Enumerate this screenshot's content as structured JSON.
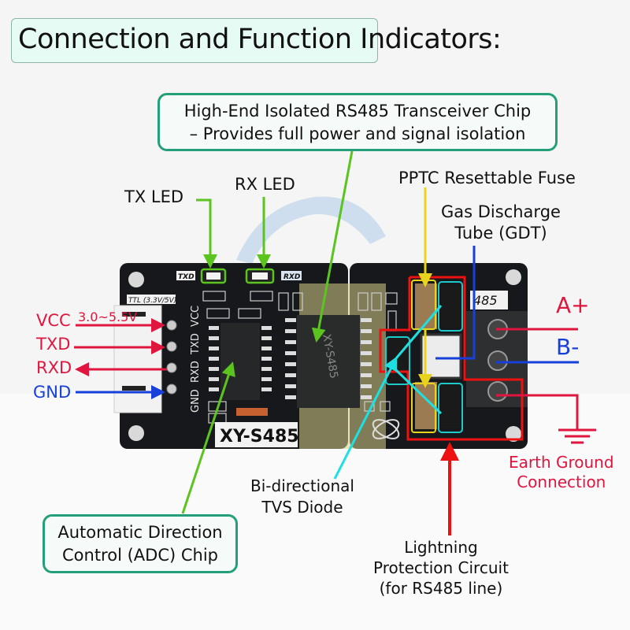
{
  "title": "Connection and Function Indicators:",
  "callouts": {
    "transceiver": {
      "line1": "High-End Isolated RS485 Transceiver Chip",
      "line2": "– Provides full power and signal isolation"
    },
    "adc": {
      "line1": "Automatic Direction",
      "line2": "Control (ADC) Chip"
    }
  },
  "labels": {
    "tx_led": "TX LED",
    "rx_led": "RX LED",
    "pptc": "PPTC Resettable Fuse",
    "gdt_line1": "Gas Discharge",
    "gdt_line2": "Tube (GDT)",
    "tvs_line1": "Bi-directional",
    "tvs_line2": "TVS Diode",
    "lightning_line1": "Lightning",
    "lightning_line2": "Protection Circuit",
    "lightning_line3": "(for RS485 line)",
    "earth_line1": "Earth Ground",
    "earth_line2": "Connection"
  },
  "pins_left": [
    {
      "name": "VCC",
      "note": "3.0~5.5V",
      "direction": "in",
      "color": "#e0163f"
    },
    {
      "name": "TXD",
      "note": "",
      "direction": "in",
      "color": "#e0163f"
    },
    {
      "name": "RXD",
      "note": "",
      "direction": "out",
      "color": "#e0163f"
    },
    {
      "name": "GND",
      "note": "",
      "direction": "in",
      "color": "#1640d9"
    }
  ],
  "pins_right": [
    {
      "name": "A+",
      "color": "#e0163f"
    },
    {
      "name": "B-",
      "color": "#1640d9"
    }
  ],
  "board": {
    "model": "XY-S485",
    "chip_marking": "XY-S485",
    "ttl_label": "TTL (3.3V/5V)",
    "header_pins": [
      "GND",
      "RXD",
      "TXD",
      "VCC"
    ],
    "txd_silk": "TXD",
    "rxd_silk": "RXD",
    "rs485_silk": "485"
  },
  "colors": {
    "accent_green": "#23a07a",
    "arrow_green": "#5cc41e",
    "red": "#e0163f",
    "blue": "#1640d9",
    "yellow": "#e8d31d",
    "cyan": "#1de0e0",
    "box_red": "#ee1111"
  }
}
